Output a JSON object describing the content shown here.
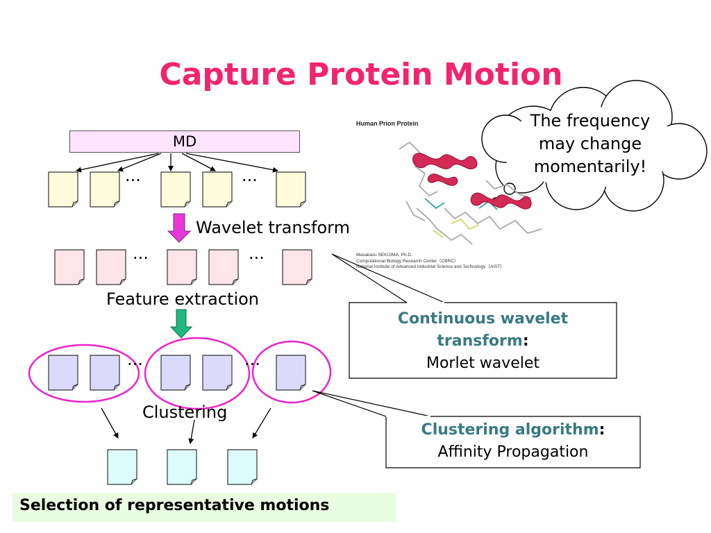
{
  "slide": {
    "title": "Capture Protein Motion",
    "md_label": "MD",
    "ellipsis": "···",
    "steps": {
      "wavelet": "Wavelet transform",
      "feature": "Feature extraction",
      "clustering": "Clustering"
    },
    "protein": {
      "caption": "Human Prion Protein",
      "credits": [
        "Masakazu SEKIJIMA, Ph.D.",
        "Computational Biology Research Center（CBRC）",
        "National Institute of Advanced Industrial Science and Technology（AIST）"
      ]
    },
    "cloud": {
      "line1": "The frequency",
      "line2": "may change",
      "line3": "momentarily!"
    },
    "callout_wavelet": {
      "line1": "Continuous wavelet",
      "line2": "transform",
      "colon": ":",
      "line3": "Morlet wavelet"
    },
    "callout_clustering": {
      "line1": "Clustering algorithm",
      "colon": ":",
      "line2": "Affinity Propagation"
    },
    "bottom_note": "Selection of representative motions"
  },
  "colors": {
    "title": "#f2246e",
    "md_fill": "#fde3fb",
    "doc_row1": "#fdfbdc",
    "doc_row2": "#fde5ea",
    "doc_row3": "#dcdafb",
    "doc_row4": "#dcfdfb",
    "ellipse": "#ee22cc",
    "arrow_magenta": "#e838d8",
    "arrow_green": "#20b880",
    "callout_teal": "#3a7a82",
    "bottom_fill": "#e9fde0"
  }
}
